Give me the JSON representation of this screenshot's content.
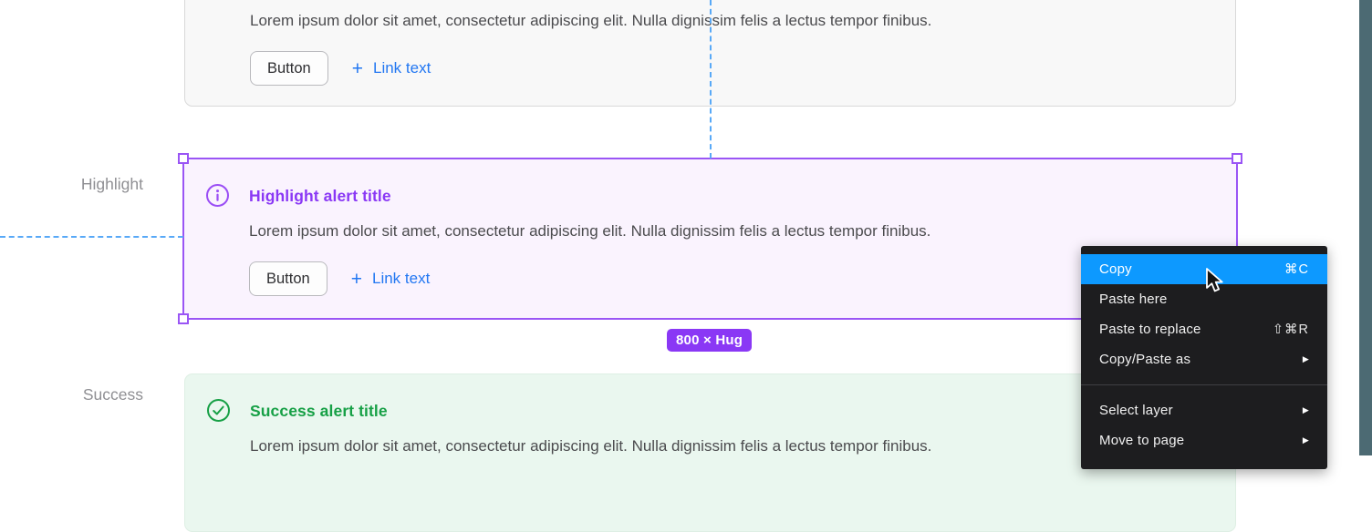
{
  "side_labels": {
    "highlight": "Highlight",
    "success": "Success"
  },
  "alerts": [
    {
      "name": "default-alert",
      "body": "Lorem ipsum dolor sit amet, consectetur adipiscing elit. Nulla dignissim felis a lectus tempor finibus.",
      "button_label": "Button",
      "link_plus": "+",
      "link_label": "Link text"
    },
    {
      "name": "highlight-alert",
      "title": "Highlight alert title",
      "body": "Lorem ipsum dolor sit amet, consectetur adipiscing elit. Nulla dignissim felis a lectus tempor finibus.",
      "button_label": "Button",
      "link_plus": "+",
      "link_label": "Link text"
    },
    {
      "name": "success-alert",
      "title": "Success alert title",
      "body": "Lorem ipsum dolor sit amet, consectetur adipiscing elit. Nulla dignissim felis a lectus tempor finibus."
    }
  ],
  "selection": {
    "size_badge": "800 × Hug"
  },
  "context_menu": {
    "items": [
      {
        "label": "Copy",
        "shortcut": "⌘C"
      },
      {
        "label": "Paste here",
        "shortcut": ""
      },
      {
        "label": "Paste to replace",
        "shortcut": "⇧⌘R"
      },
      {
        "label": "Copy/Paste as",
        "submenu": "▶"
      },
      {
        "label": "Select layer",
        "submenu": "▶"
      },
      {
        "label": "Move to page",
        "submenu": "▶"
      }
    ]
  },
  "colors": {
    "accent_purple": "#8a38f5",
    "success_green": "#17a046",
    "link_blue": "#2277f2",
    "menu_highlight_blue": "#0d99ff",
    "side_rail_teal": "#4c6a73",
    "guide_blue": "#58a9f7"
  }
}
